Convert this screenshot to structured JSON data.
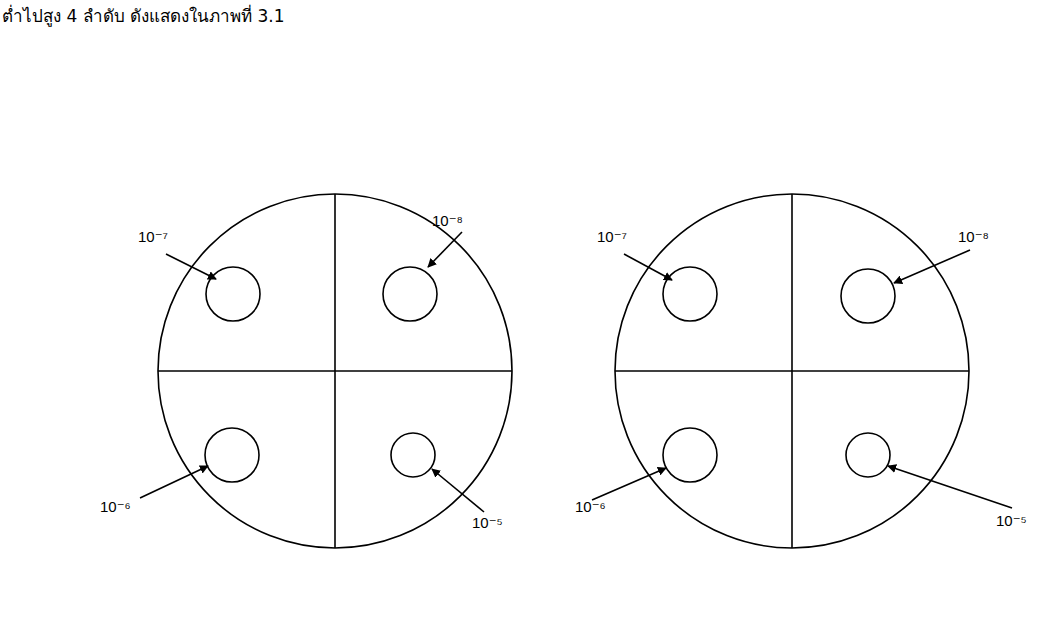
{
  "diagram": {
    "labels": [
      "ต่ำไปสูง 4 ลำดับ ดังแสดงในภาพที่ 3.1",
      "10⁻⁷",
      "10⁻⁸",
      "10⁻⁶",
      "10⁻⁵",
      "10⁻⁷",
      "10⁻⁸",
      "10⁻⁶",
      "10⁻⁵"
    ]
  }
}
